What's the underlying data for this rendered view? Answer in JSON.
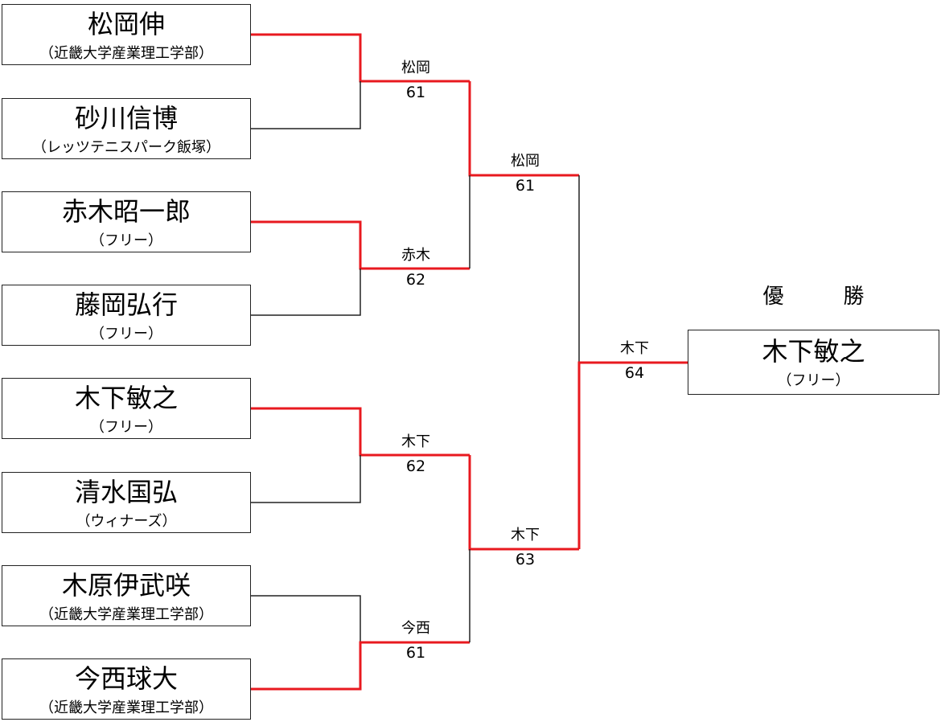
{
  "colors": {
    "win_path": "#e8191f",
    "line": "#222222"
  },
  "champion": {
    "heading": "優　勝",
    "name": "木下敏之",
    "club": "（フリー）"
  },
  "players": [
    {
      "name": "松岡伸",
      "club": "（近畿大学産業理工学部）"
    },
    {
      "name": "砂川信博",
      "club": "（レッツテニスパーク飯塚）"
    },
    {
      "name": "赤木昭一郎",
      "club": "（フリー）"
    },
    {
      "name": "藤岡弘行",
      "club": "（フリー）"
    },
    {
      "name": "木下敏之",
      "club": "（フリー）"
    },
    {
      "name": "清水国弘",
      "club": "（ウィナーズ）"
    },
    {
      "name": "木原伊武咲",
      "club": "（近畿大学産業理工学部）"
    },
    {
      "name": "今西球大",
      "club": "（近畿大学産業理工学部）"
    }
  ],
  "round1": [
    {
      "winner": "松岡",
      "score": "61"
    },
    {
      "winner": "赤木",
      "score": "62"
    },
    {
      "winner": "木下",
      "score": "62"
    },
    {
      "winner": "今西",
      "score": "61"
    }
  ],
  "round2": [
    {
      "winner": "松岡",
      "score": "61"
    },
    {
      "winner": "木下",
      "score": "63"
    }
  ],
  "final": {
    "winner": "木下",
    "score": "64"
  }
}
